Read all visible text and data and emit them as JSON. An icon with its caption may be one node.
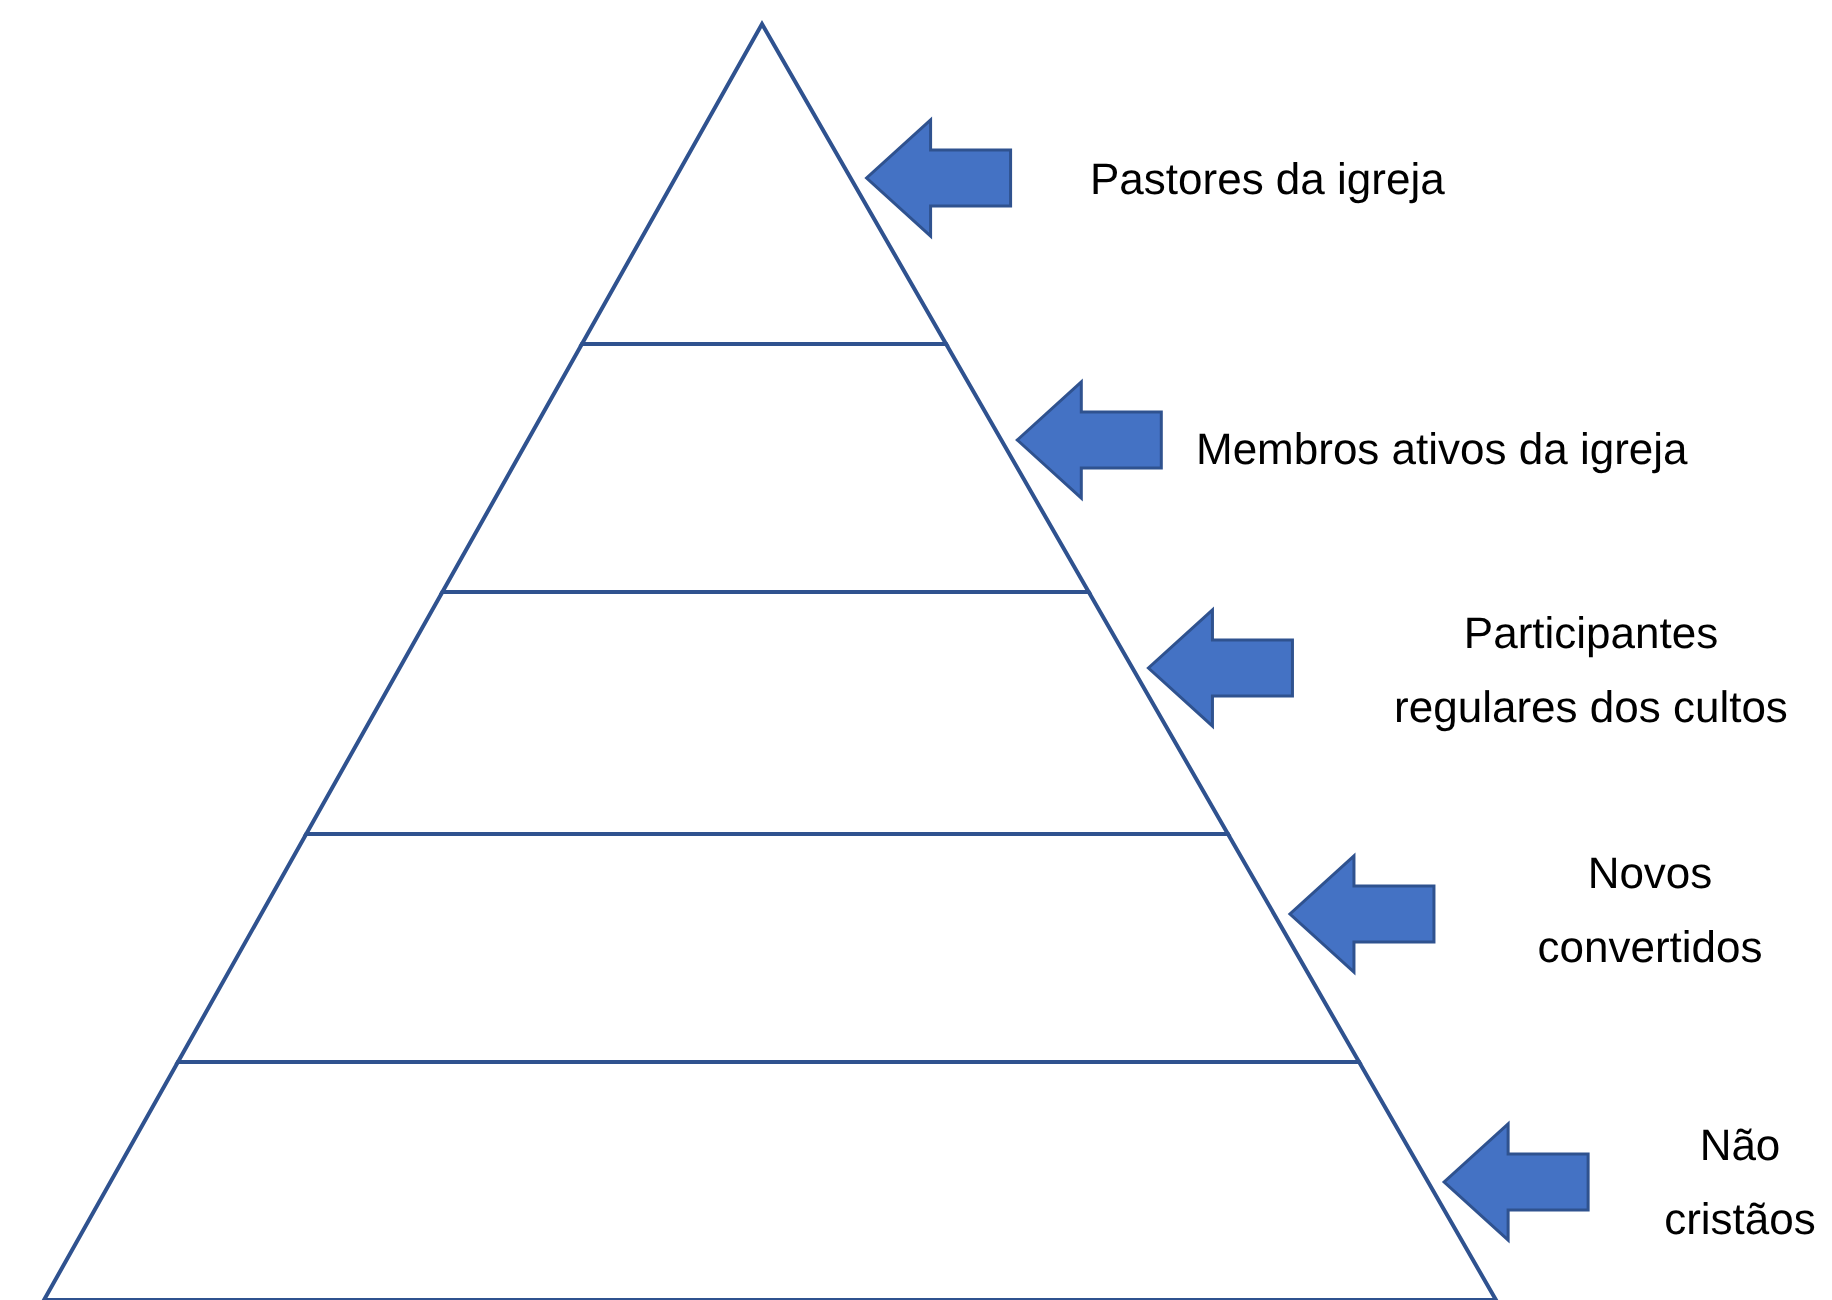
{
  "diagram": {
    "nodes": [
      {
        "text": [],
        "shape": "triangle"
      },
      {
        "text": [],
        "shape": "band"
      },
      {
        "text": [],
        "shape": "band"
      },
      {
        "text": [],
        "shape": "band"
      },
      {
        "text": [],
        "shape": "band"
      },
      {
        "text": [
          "Pastores da igreja"
        ]
      },
      {
        "text": [
          "Membros ativos da igreja"
        ]
      },
      {
        "text": [
          "Participantes regulares dos cultos"
        ]
      },
      {
        "text": [
          "Novos convertidos"
        ]
      },
      {
        "text": [
          "Não cristãos"
        ]
      }
    ],
    "edges": [
      {
        "from": 5,
        "to": 0,
        "arrow": "to",
        "style": "thick"
      },
      {
        "from": 6,
        "to": 1,
        "arrow": "to",
        "style": "thick"
      },
      {
        "from": 7,
        "to": 2,
        "arrow": "to",
        "style": "thick"
      },
      {
        "from": 8,
        "to": 3,
        "arrow": "to",
        "style": "thick"
      },
      {
        "from": 9,
        "to": 4,
        "arrow": "to",
        "style": "thick"
      }
    ]
  }
}
